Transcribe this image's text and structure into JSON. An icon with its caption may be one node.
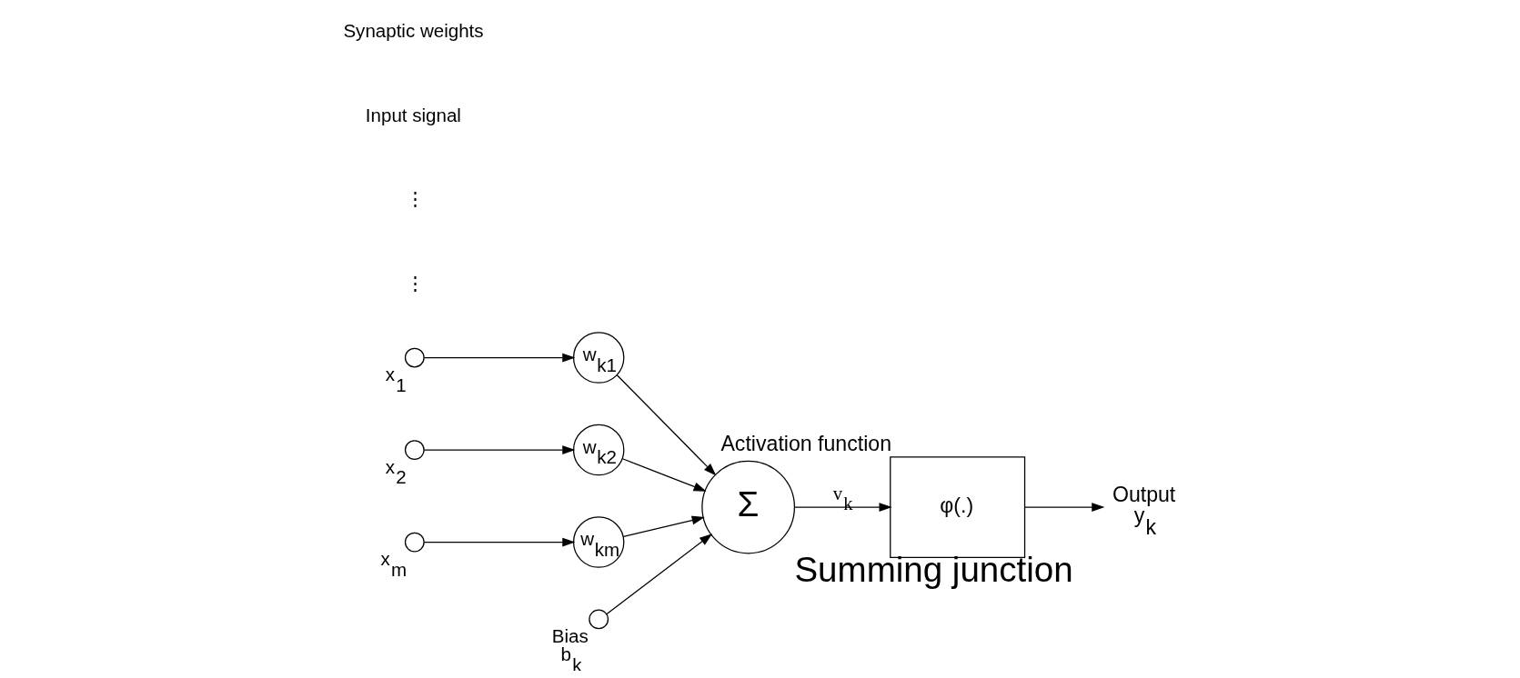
{
  "diagram": {
    "nodes": [
      {
        "text": [],
        "shape": "circle",
        "beside": [
          "x$_{1}$"
        ]
      },
      {
        "text": [],
        "shape": "circle",
        "beside": [
          "x$_{2}$"
        ]
      },
      {
        "text": [],
        "shape": "circle",
        "beside": [
          "x$_{m}$"
        ]
      },
      {
        "text": [
          "w$_{k1}$"
        ]
      },
      {
        "text": [
          "w$_{k2}$"
        ]
      },
      {
        "text": [
          "w$_{km}$"
        ]
      },
      {
        "text": [],
        "shape": "circle",
        "beside": [
          "Bias",
          "b$_{k}$"
        ]
      },
      {
        "text": [
          "Σ"
        ],
        "beside": [
          "Summing junction"
        ]
      },
      {
        "text": [
          "φ(.)"
        ],
        "beside": [
          "Activation function"
        ]
      },
      {
        "text": [
          "Output",
          "y$_{k}$"
        ]
      }
    ],
    "edges": [
      {
        "from": 0,
        "to": 3,
        "arrow": "to"
      },
      {
        "from": 1,
        "to": 4,
        "arrow": "to"
      },
      {
        "from": 2,
        "to": 5,
        "arrow": "to"
      },
      {
        "from": 3,
        "to": 7,
        "arrow": "to"
      },
      {
        "from": 4,
        "to": 7,
        "arrow": "to"
      },
      {
        "from": 5,
        "to": 7,
        "arrow": "to"
      },
      {
        "from": 6,
        "to": 7,
        "arrow": "to"
      },
      {
        "from": 7,
        "to": 8,
        "arrow": "to",
        "label": "v$_{k}$"
      },
      {
        "from": 8,
        "to": 9,
        "arrow": "to"
      }
    ],
    "labels": [
      "⋮",
      "⋮",
      "Input signal",
      "Synaptic weights"
    ]
  }
}
